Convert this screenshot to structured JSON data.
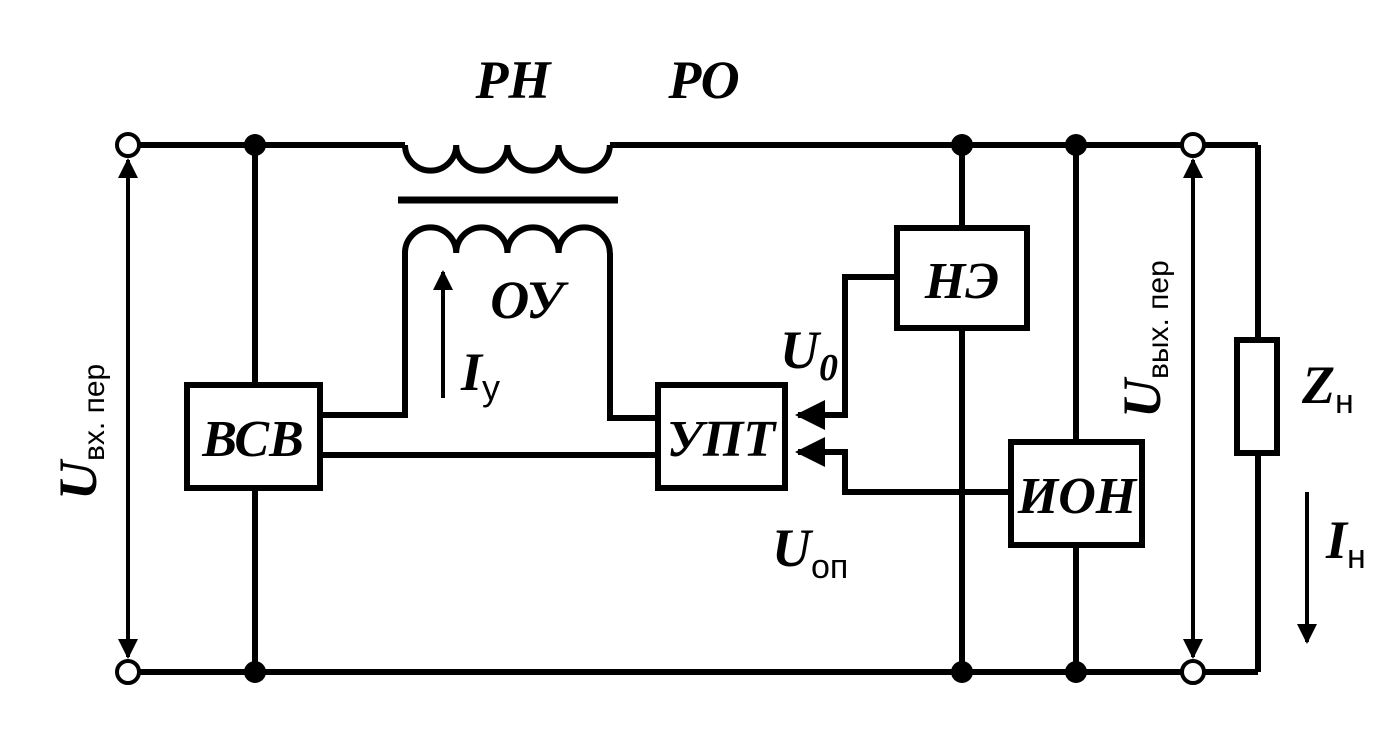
{
  "labels": {
    "rn": "РН",
    "ro": "РО",
    "ou": "ОУ",
    "i_u_main": "I",
    "i_u_sub": "у",
    "u_in_main": "U",
    "u_in_sub": "вх. пер",
    "u_out_main": "U",
    "u_out_sub": "вых. пер",
    "u0_main": "U",
    "u0_sub": "0",
    "uop_main": "U",
    "uop_sub": "оп",
    "zn_main": "Z",
    "zn_sub": "н",
    "in_main": "I",
    "in_sub": "н"
  },
  "blocks": {
    "vsv": "ВСВ",
    "upt": "УПТ",
    "ne": "НЭ",
    "ion": "ИОН"
  }
}
